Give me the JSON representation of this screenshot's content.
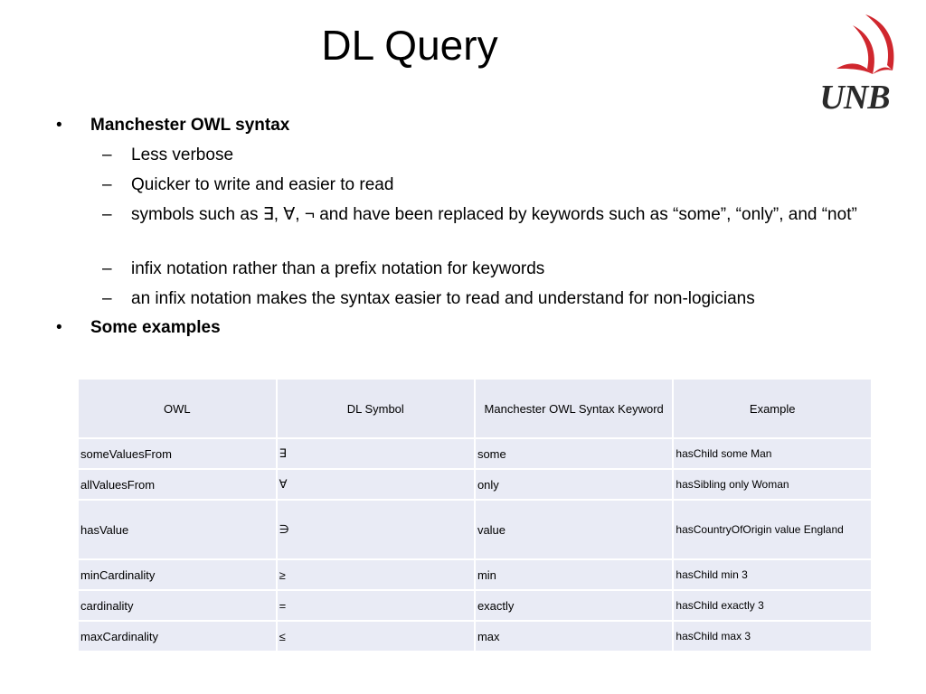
{
  "slide": {
    "title": "DL Query",
    "logo_text": "UNB",
    "bullets": [
      {
        "label": "Manchester OWL syntax",
        "sub": [
          "Less verbose",
          "Quicker to write and easier to read",
          "symbols such as ∃, ∀, ¬ and have been replaced by keywords such as “some”, “only”, and “not”",
          "infix notation rather than a prefix notation for keywords",
          "an infix notation makes the syntax easier to read and understand for non-logicians"
        ]
      },
      {
        "label": "Some examples",
        "sub": []
      }
    ],
    "bullet_marker": "•",
    "dash_marker": "–"
  },
  "table": {
    "headers": [
      "OWL",
      "DL Symbol",
      "Manchester OWL Syntax Keyword",
      "Example"
    ],
    "rows": [
      [
        "someValuesFrom",
        "∃",
        "some",
        "hasChild some Man"
      ],
      [
        "allValuesFrom",
        "∀",
        "only",
        "hasSibling only Woman"
      ],
      [
        "hasValue",
        "∋",
        "value",
        "hasCountryOfOrigin value England"
      ],
      [
        "minCardinality",
        "≥",
        "min",
        "hasChild min 3"
      ],
      [
        "cardinality",
        "=",
        "exactly",
        "hasChild exactly 3"
      ],
      [
        "maxCardinality",
        "≤",
        "max",
        "hasChild max 3"
      ]
    ]
  },
  "colors": {
    "table_cell": "#e9ebf5",
    "logo_red": "#d0272e",
    "logo_text": "#2a2a2a"
  }
}
